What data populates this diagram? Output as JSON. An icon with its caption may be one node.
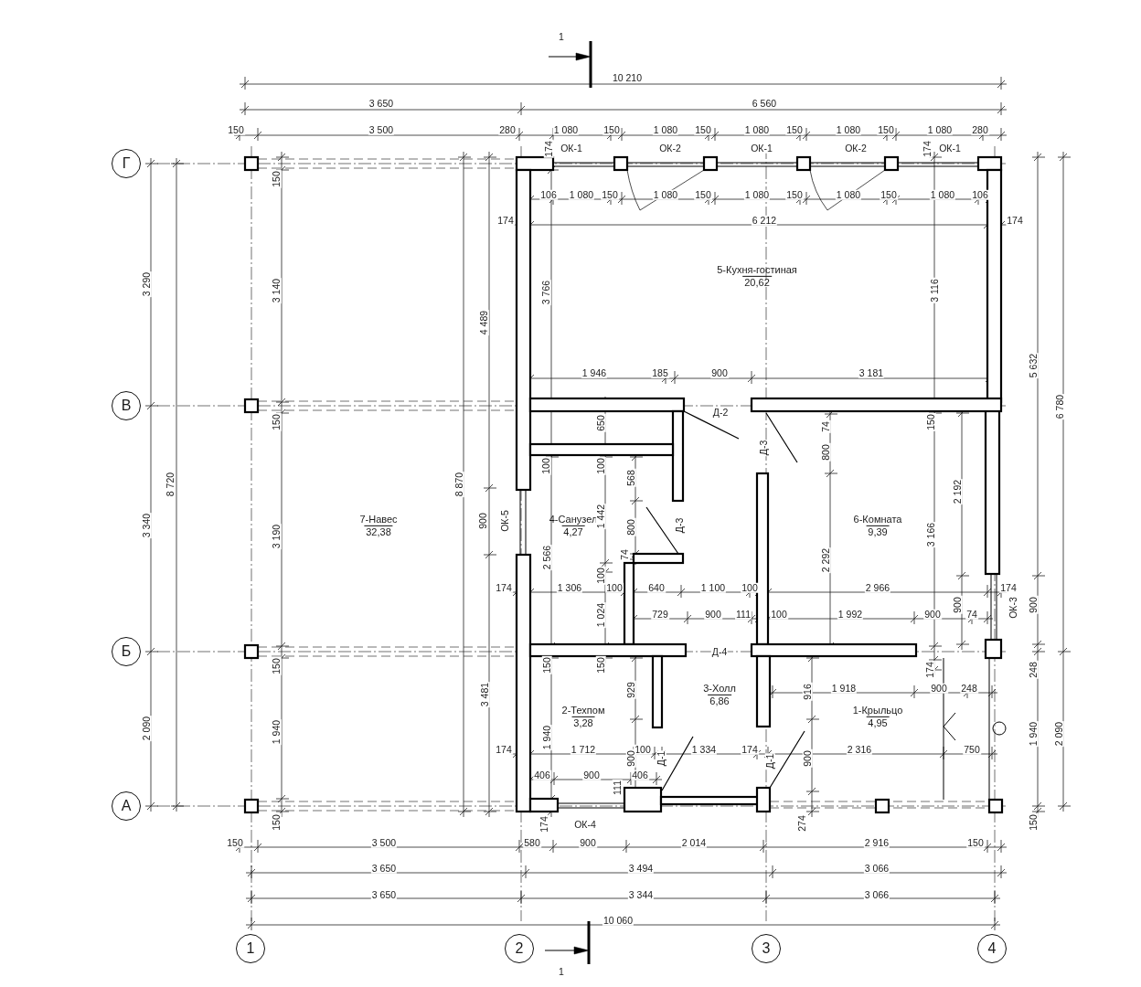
{
  "diagram": {
    "nodes": [
      {
        "text": [
          "Г"
        ]
      },
      {
        "text": [
          "В"
        ]
      },
      {
        "text": [
          "Б"
        ]
      },
      {
        "text": [
          "А"
        ]
      },
      {
        "text": [
          "5-Кухня-гостиная",
          "20,62"
        ]
      },
      {
        "text": [
          "7-Навес",
          "32,38"
        ]
      },
      {
        "text": [
          "4-Санузел",
          "4,27"
        ]
      },
      {
        "text": [
          "6-Комната",
          "9,39"
        ]
      },
      {
        "text": [
          "3-Холл",
          "6,86"
        ]
      },
      {
        "text": [
          "2-Техпом",
          "3,28"
        ]
      },
      {
        "text": [
          "1-Крыльцо",
          "4,95"
        ]
      },
      {
        "text": [
          "1"
        ]
      },
      {
        "text": [
          "2"
        ]
      },
      {
        "text": [
          "3"
        ]
      },
      {
        "text": [
          "4"
        ]
      }
    ],
    "labels": [
      "1",
      "10 210",
      "3 650",
      "6 560",
      "150",
      "3 500",
      "280",
      "1 080",
      "150",
      "1 080",
      "150",
      "1 080",
      "150",
      "1 080",
      "150",
      "1 080",
      "280",
      "174",
      "ОК-1",
      "ОК-2",
      "ОК-1",
      "ОК-2",
      "174",
      "ОК-1",
      "106",
      "1 080",
      "150",
      "1 080",
      "150",
      "1 080",
      "150",
      "1 080",
      "150",
      "1 080",
      "106",
      "174",
      "6 212",
      "174",
      "150",
      "3 290",
      "3 140",
      "3 766",
      "3 116",
      "4 489",
      "5 632",
      "6 780",
      "1 946",
      "185",
      "900",
      "3 181",
      "Д-2",
      "150",
      "650",
      "74",
      "150",
      "Д-3",
      "800",
      "100",
      "100",
      "568",
      "8 720",
      "8 870",
      "2 192",
      "3 340",
      "3 190",
      "900",
      "ОК-5",
      "1 442",
      "800",
      "Д-3",
      "3 166",
      "2 566",
      "74",
      "2 292",
      "100",
      "174",
      "1 306",
      "100",
      "640",
      "1 100",
      "100",
      "2 966",
      "174",
      "900",
      "ОК-3",
      "900",
      "1 024",
      "729",
      "900",
      "111",
      "100",
      "1 992",
      "900",
      "74",
      "Д-4",
      "150",
      "150",
      "150",
      "174",
      "248",
      "929",
      "3 481",
      "916",
      "1 918",
      "900",
      "248",
      "2 090",
      "1 940",
      "1 940",
      "1 940",
      "2 090",
      "174",
      "1 712",
      "100",
      "1 334",
      "174",
      "2 316",
      "750",
      "900",
      "Д-1",
      "Д-1",
      "900",
      "406",
      "900",
      "406",
      "111",
      "150",
      "174",
      "ОК-4",
      "274",
      "150",
      "150",
      "3 500",
      "580",
      "900",
      "2 014",
      "2 916",
      "150",
      "3 650",
      "3 494",
      "3 066",
      "3 650",
      "3 344",
      "3 066",
      "10 060",
      "1"
    ]
  }
}
